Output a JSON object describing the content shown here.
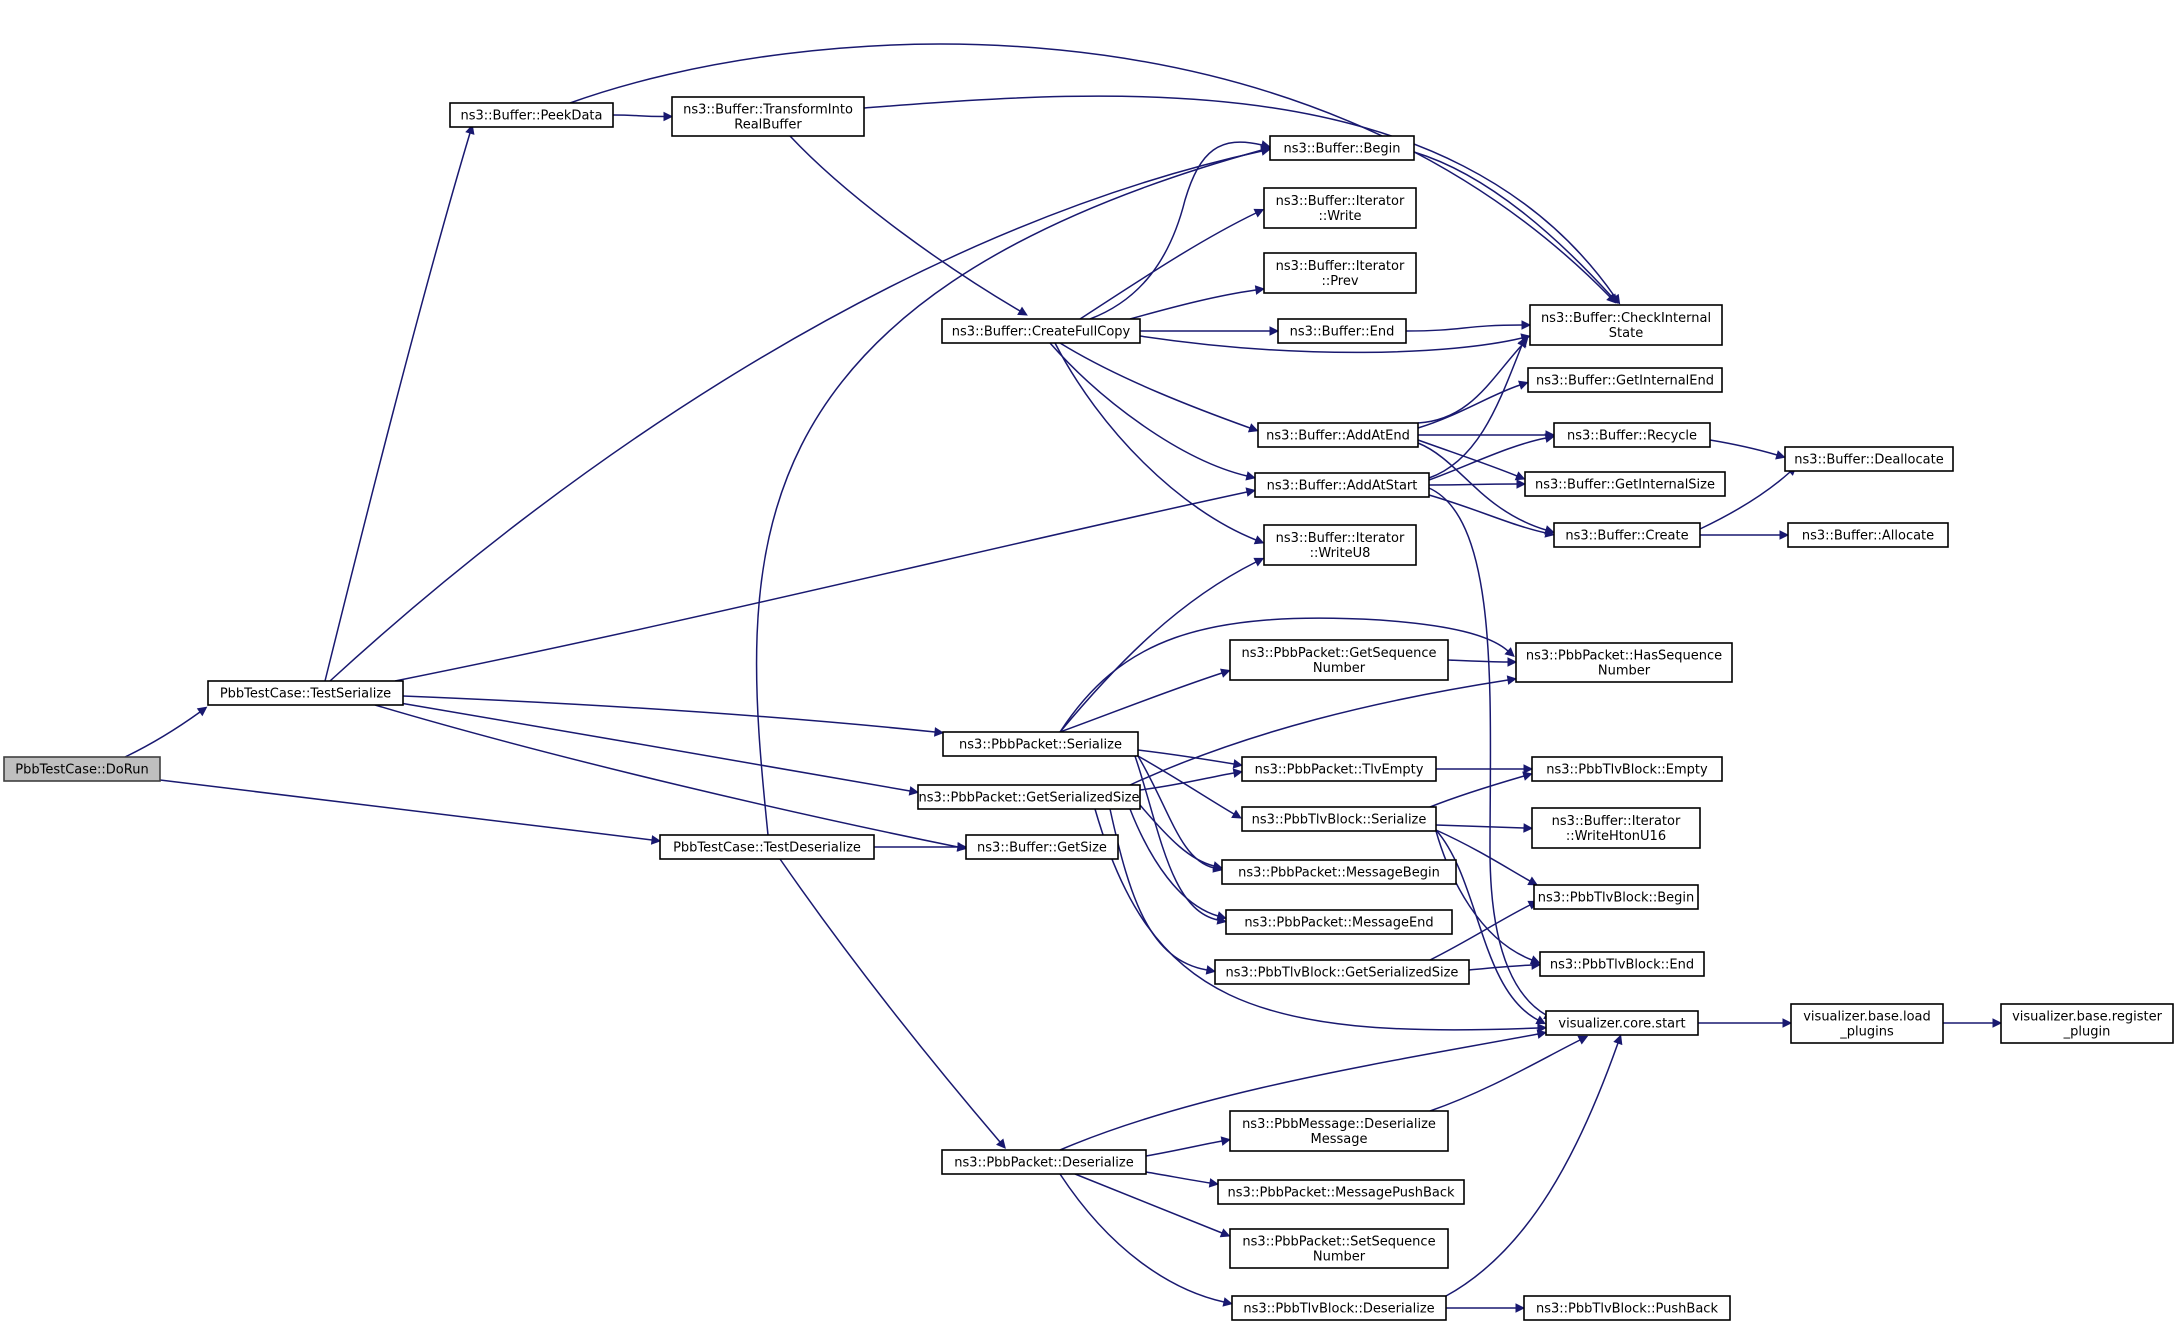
{
  "nodes": [
    {
      "id": "dorun",
      "lines": [
        "PbbTestCase::DoRun"
      ],
      "root": true
    },
    {
      "id": "tser",
      "lines": [
        "PbbTestCase::TestSerialize"
      ]
    },
    {
      "id": "tdes",
      "lines": [
        "PbbTestCase::TestDeserialize"
      ]
    },
    {
      "id": "peek",
      "lines": [
        "ns3::Buffer::PeekData"
      ]
    },
    {
      "id": "trb",
      "lines": [
        "ns3::Buffer::TransformInto",
        "RealBuffer"
      ]
    },
    {
      "id": "begin",
      "lines": [
        "ns3::Buffer::Begin"
      ]
    },
    {
      "id": "itw",
      "lines": [
        "ns3::Buffer::Iterator",
        "::Write"
      ]
    },
    {
      "id": "itp",
      "lines": [
        "ns3::Buffer::Iterator",
        "::Prev"
      ]
    },
    {
      "id": "cfc",
      "lines": [
        "ns3::Buffer::CreateFullCopy"
      ]
    },
    {
      "id": "end",
      "lines": [
        "ns3::Buffer::End"
      ]
    },
    {
      "id": "cis",
      "lines": [
        "ns3::Buffer::CheckInternal",
        "State"
      ]
    },
    {
      "id": "gie",
      "lines": [
        "ns3::Buffer::GetInternalEnd"
      ]
    },
    {
      "id": "aae",
      "lines": [
        "ns3::Buffer::AddAtEnd"
      ]
    },
    {
      "id": "rec",
      "lines": [
        "ns3::Buffer::Recycle"
      ]
    },
    {
      "id": "dea",
      "lines": [
        "ns3::Buffer::Deallocate"
      ]
    },
    {
      "id": "aas",
      "lines": [
        "ns3::Buffer::AddAtStart"
      ]
    },
    {
      "id": "gis",
      "lines": [
        "ns3::Buffer::GetInternalSize"
      ]
    },
    {
      "id": "cre",
      "lines": [
        "ns3::Buffer::Create"
      ]
    },
    {
      "id": "all",
      "lines": [
        "ns3::Buffer::Allocate"
      ]
    },
    {
      "id": "itw8",
      "lines": [
        "ns3::Buffer::Iterator",
        "::WriteU8"
      ]
    },
    {
      "id": "pgsn",
      "lines": [
        "ns3::PbbPacket::GetSequence",
        "Number"
      ]
    },
    {
      "id": "phsn",
      "lines": [
        "ns3::PbbPacket::HasSequence",
        "Number"
      ]
    },
    {
      "id": "pser",
      "lines": [
        "ns3::PbbPacket::Serialize"
      ]
    },
    {
      "id": "ptlv",
      "lines": [
        "ns3::PbbPacket::TlvEmpty"
      ]
    },
    {
      "id": "tbe",
      "lines": [
        "ns3::PbbTlvBlock::Empty"
      ]
    },
    {
      "id": "pgss",
      "lines": [
        "ns3::PbbPacket::GetSerializedSize"
      ]
    },
    {
      "id": "tbs",
      "lines": [
        "ns3::PbbTlvBlock::Serialize"
      ]
    },
    {
      "id": "iwh",
      "lines": [
        "ns3::Buffer::Iterator",
        "::WriteHtonU16"
      ]
    },
    {
      "id": "gsz",
      "lines": [
        "ns3::Buffer::GetSize"
      ]
    },
    {
      "id": "pmb",
      "lines": [
        "ns3::PbbPacket::MessageBegin"
      ]
    },
    {
      "id": "tbb",
      "lines": [
        "ns3::PbbTlvBlock::Begin"
      ]
    },
    {
      "id": "pme",
      "lines": [
        "ns3::PbbPacket::MessageEnd"
      ]
    },
    {
      "id": "tgs",
      "lines": [
        "ns3::PbbTlvBlock::GetSerializedSize"
      ]
    },
    {
      "id": "tben",
      "lines": [
        "ns3::PbbTlvBlock::End"
      ]
    },
    {
      "id": "vcs",
      "lines": [
        "visualizer.core.start"
      ]
    },
    {
      "id": "vbl",
      "lines": [
        "visualizer.base.load",
        "_plugins"
      ]
    },
    {
      "id": "vbr",
      "lines": [
        "visualizer.base.register",
        "_plugin"
      ]
    },
    {
      "id": "pmdm",
      "lines": [
        "ns3::PbbMessage::Deserialize",
        "Message"
      ]
    },
    {
      "id": "pdes",
      "lines": [
        "ns3::PbbPacket::Deserialize"
      ]
    },
    {
      "id": "pmpb",
      "lines": [
        "ns3::PbbPacket::MessagePushBack"
      ]
    },
    {
      "id": "pssn",
      "lines": [
        "ns3::PbbPacket::SetSequence",
        "Number"
      ]
    },
    {
      "id": "tbd",
      "lines": [
        "ns3::PbbTlvBlock::Deserialize"
      ]
    },
    {
      "id": "tbpb",
      "lines": [
        "ns3::PbbTlvBlock::PushBack"
      ]
    }
  ],
  "edges": [
    [
      "dorun",
      "tser"
    ],
    [
      "dorun",
      "tdes"
    ],
    [
      "tser",
      "peek"
    ],
    [
      "tser",
      "begin"
    ],
    [
      "tser",
      "aas"
    ],
    [
      "tser",
      "pser"
    ],
    [
      "tser",
      "pgss"
    ],
    [
      "tser",
      "gsz"
    ],
    [
      "tdes",
      "begin"
    ],
    [
      "tdes",
      "gsz"
    ],
    [
      "tdes",
      "pdes"
    ],
    [
      "peek",
      "trb"
    ],
    [
      "peek",
      "cis"
    ],
    [
      "trb",
      "cis"
    ],
    [
      "trb",
      "cfc"
    ],
    [
      "begin",
      "cis"
    ],
    [
      "cfc",
      "begin"
    ],
    [
      "cfc",
      "itw"
    ],
    [
      "cfc",
      "itp"
    ],
    [
      "cfc",
      "end"
    ],
    [
      "cfc",
      "cis"
    ],
    [
      "cfc",
      "aae"
    ],
    [
      "cfc",
      "aas"
    ],
    [
      "cfc",
      "itw8"
    ],
    [
      "end",
      "cis"
    ],
    [
      "aae",
      "cis"
    ],
    [
      "aae",
      "gie"
    ],
    [
      "aae",
      "rec"
    ],
    [
      "aae",
      "gis"
    ],
    [
      "aae",
      "cre"
    ],
    [
      "aas",
      "cis"
    ],
    [
      "aas",
      "rec"
    ],
    [
      "aas",
      "gis"
    ],
    [
      "aas",
      "cre"
    ],
    [
      "aas",
      "vcs"
    ],
    [
      "rec",
      "dea"
    ],
    [
      "cre",
      "dea"
    ],
    [
      "cre",
      "all"
    ],
    [
      "pser",
      "itw8"
    ],
    [
      "pser",
      "phsn"
    ],
    [
      "pser",
      "pgsn"
    ],
    [
      "pser",
      "ptlv"
    ],
    [
      "pser",
      "tbs"
    ],
    [
      "pser",
      "pmb"
    ],
    [
      "pser",
      "pme"
    ],
    [
      "pgsn",
      "phsn"
    ],
    [
      "ptlv",
      "tbe"
    ],
    [
      "pgss",
      "phsn"
    ],
    [
      "pgss",
      "ptlv"
    ],
    [
      "pgss",
      "pmb"
    ],
    [
      "pgss",
      "pme"
    ],
    [
      "pgss",
      "tgs"
    ],
    [
      "pgss",
      "vcs"
    ],
    [
      "tbs",
      "tbe"
    ],
    [
      "tbs",
      "iwh"
    ],
    [
      "tbs",
      "tbb"
    ],
    [
      "tbs",
      "tben"
    ],
    [
      "tbs",
      "vcs"
    ],
    [
      "tgs",
      "tbb"
    ],
    [
      "tgs",
      "tben"
    ],
    [
      "vcs",
      "vbl"
    ],
    [
      "vbl",
      "vbr"
    ],
    [
      "pdes",
      "vcs"
    ],
    [
      "pdes",
      "pmdm"
    ],
    [
      "pdes",
      "pmpb"
    ],
    [
      "pdes",
      "pssn"
    ],
    [
      "pdes",
      "tbd"
    ],
    [
      "pmdm",
      "vcs"
    ],
    [
      "tbd",
      "vcs"
    ],
    [
      "tbd",
      "tbpb"
    ]
  ]
}
